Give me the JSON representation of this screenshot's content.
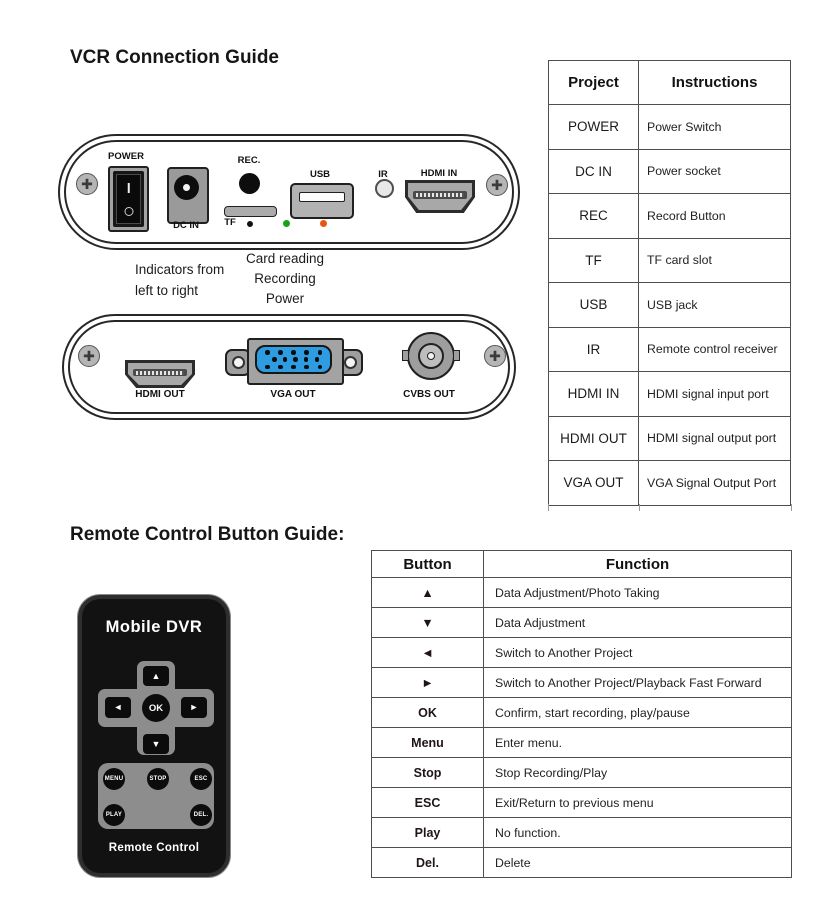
{
  "titles": {
    "connection": "VCR Connection Guide",
    "remote": "Remote Control Button Guide:"
  },
  "front_panel": {
    "power": "POWER",
    "dc_in": "DC IN",
    "rec": "REC.",
    "tf": "TF",
    "usb": "USB",
    "ir": "IR",
    "hdmi_in": "HDMI IN"
  },
  "indicators_note": {
    "line1": "Indicators from",
    "line2": "left to right",
    "items": [
      "Card reading",
      "Recording",
      "Power"
    ]
  },
  "back_panel": {
    "hdmi_out": "HDMI OUT",
    "vga_out": "VGA OUT",
    "cvbs_out": "CVBS OUT"
  },
  "connection_table": {
    "headers": [
      "Project",
      "Instructions"
    ],
    "rows": [
      [
        "POWER",
        "Power Switch"
      ],
      [
        "DC IN",
        "Power socket"
      ],
      [
        "REC",
        "Record Button"
      ],
      [
        "TF",
        "TF card slot"
      ],
      [
        "USB",
        "USB jack"
      ],
      [
        "IR",
        "Remote control receiver"
      ],
      [
        "HDMI IN",
        "HDMI signal input port"
      ],
      [
        "HDMI OUT",
        "HDMI signal output port"
      ],
      [
        "VGA OUT",
        "VGA Signal Output Port"
      ]
    ]
  },
  "remote": {
    "brand": "Mobile DVR",
    "footer": "Remote Control",
    "dpad": {
      "up": "▲",
      "down": "▼",
      "left": "◄",
      "right": "►",
      "ok": "OK"
    },
    "buttons": [
      "MENU",
      "STOP",
      "ESC",
      "PLAY",
      "DEL."
    ]
  },
  "button_table": {
    "headers": [
      "Button",
      "Function"
    ],
    "rows": [
      [
        "▲",
        "Data Adjustment/Photo Taking"
      ],
      [
        "▼",
        "Data Adjustment"
      ],
      [
        "◄",
        "Switch to Another Project"
      ],
      [
        "►",
        "Switch to Another Project/Playback Fast Forward"
      ],
      [
        "OK",
        "Confirm, start recording, play/pause"
      ],
      [
        "Menu",
        "Enter menu."
      ],
      [
        "Stop",
        "Stop Recording/Play"
      ],
      [
        "ESC",
        "Exit/Return to previous menu"
      ],
      [
        "Play",
        "No function."
      ],
      [
        "Del.",
        "Delete"
      ]
    ]
  },
  "colors": {
    "vga_blue": "#2d9ce0",
    "led_green": "#17a317",
    "led_amber": "#e8570e"
  }
}
